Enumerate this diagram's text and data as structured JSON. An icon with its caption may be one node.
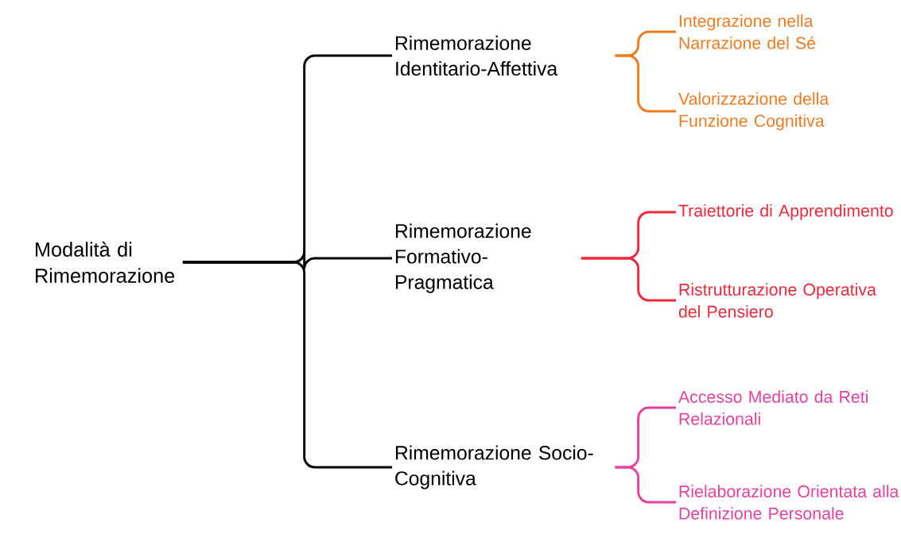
{
  "diagram": {
    "nodes": [
      {
        "text": [
          "Modalità di Rimemorazione"
        ]
      },
      {
        "text": [
          "Rimemorazione Identitario-Affettiva"
        ]
      },
      {
        "text": [
          "Rimemorazione Formativo-Pragmatica"
        ]
      },
      {
        "text": [
          "Rimemorazione Socio-Cognitiva"
        ]
      },
      {
        "text": [
          "Integrazione nella Narrazione del Sé"
        ]
      },
      {
        "text": [
          "Valorizzazione della Funzione Cognitiva"
        ]
      },
      {
        "text": [
          "Traiettorie di Apprendimento"
        ]
      },
      {
        "text": [
          "Ristrutturazione Operativa del Pensiero"
        ]
      },
      {
        "text": [
          "Accesso Mediato da Reti Relazionali"
        ]
      },
      {
        "text": [
          "Rielaborazione Orientata alla Definizione Personale"
        ]
      }
    ],
    "edges": [
      {
        "from": 0,
        "to": 1,
        "arrow": "none"
      },
      {
        "from": 0,
        "to": 2,
        "arrow": "none"
      },
      {
        "from": 0,
        "to": 3,
        "arrow": "none"
      },
      {
        "from": 1,
        "to": 4,
        "arrow": "none",
        "color": "#f07a1e"
      },
      {
        "from": 1,
        "to": 5,
        "arrow": "none",
        "color": "#f07a1e"
      },
      {
        "from": 2,
        "to": 6,
        "arrow": "none",
        "color": "#f0283c"
      },
      {
        "from": 2,
        "to": 7,
        "arrow": "none",
        "color": "#f0283c"
      },
      {
        "from": 3,
        "to": 8,
        "arrow": "none",
        "color": "#e8409e"
      },
      {
        "from": 3,
        "to": 9,
        "arrow": "none",
        "color": "#e8409e"
      }
    ]
  }
}
